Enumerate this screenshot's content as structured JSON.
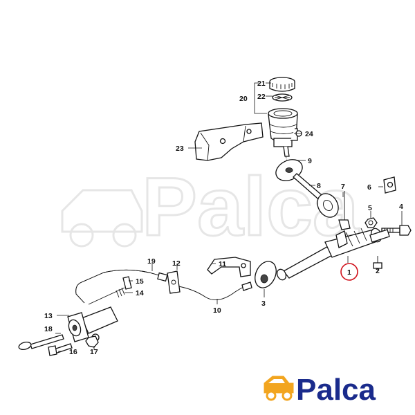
{
  "diagram": {
    "callouts": {
      "c1": "1",
      "c2": "2",
      "c3": "3",
      "c4": "4",
      "c5": "5",
      "c6": "6",
      "c7": "7",
      "c8": "8",
      "c9": "9",
      "c10": "10",
      "c11": "11",
      "c12": "12",
      "c13": "13",
      "c14": "14",
      "c15": "15",
      "c16": "16",
      "c17": "17",
      "c18": "18",
      "c19": "19",
      "c20": "20",
      "c21": "21",
      "c22": "22",
      "c23": "23",
      "c24": "24"
    },
    "highlight_color": "#d0101a"
  },
  "watermark": {
    "text": "Palca",
    "color": "#e6e6e6"
  },
  "logo": {
    "text": "Palca",
    "text_color": "#1a2b8c",
    "icon_color": "#f2a51f"
  }
}
